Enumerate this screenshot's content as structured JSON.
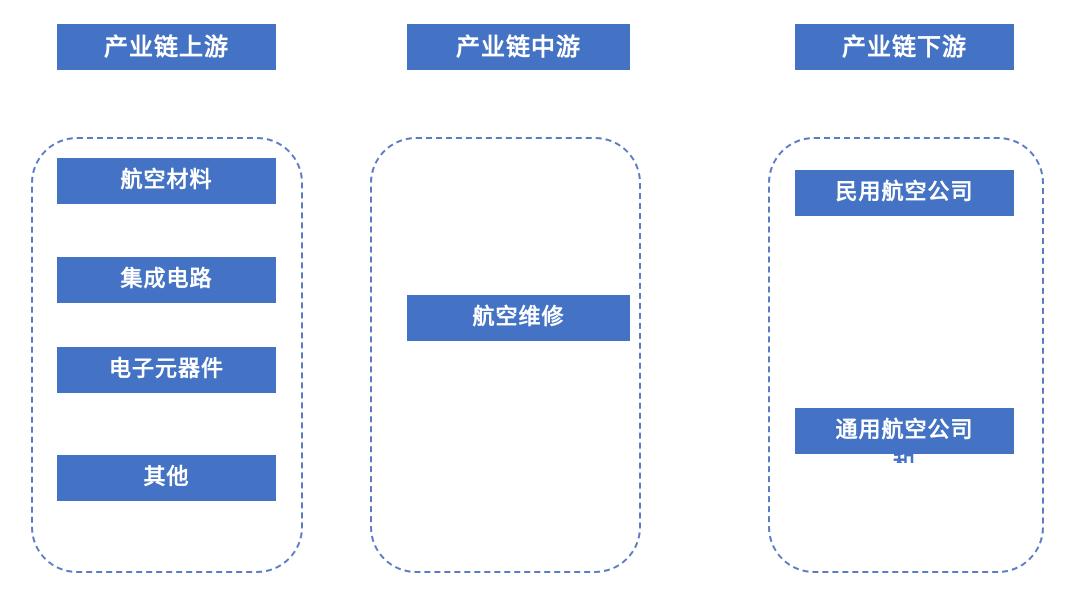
{
  "theme": {
    "accent_color": "#4472C4",
    "dashed_border_color": "#5B7BC4",
    "background_color": "#FFFFFF",
    "text_color": "#FFFFFF"
  },
  "diagram": {
    "type": "industry-chain",
    "columns": [
      {
        "id": "upstream",
        "header": "产业链上游",
        "items": [
          {
            "label": "航空材料"
          },
          {
            "label": "集成电路"
          },
          {
            "label": "电子元器件"
          },
          {
            "label": "其他"
          }
        ]
      },
      {
        "id": "midstream",
        "header": "产业链中游",
        "items": [
          {
            "label": "航空维修"
          }
        ]
      },
      {
        "id": "downstream",
        "header": "产业链下游",
        "items": [
          {
            "label": "民用航空公司"
          },
          {
            "label": "通用航空公司",
            "overflow_fragment": "和"
          }
        ]
      }
    ]
  }
}
